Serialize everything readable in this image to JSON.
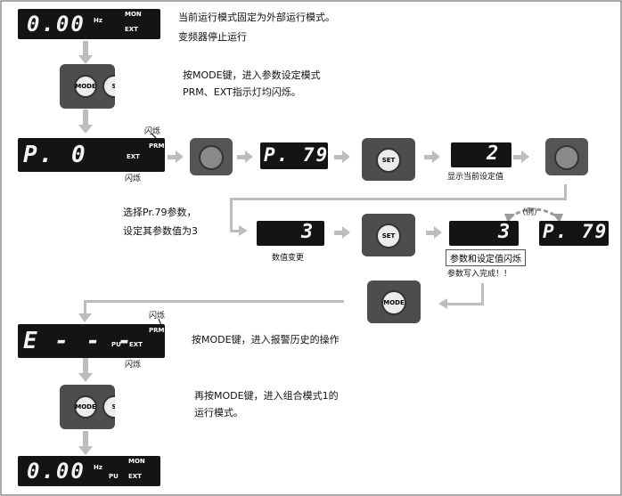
{
  "displays": {
    "d1": "0.00",
    "d2_left": "P.",
    "d2_right": "0",
    "d3": "P. 79",
    "d4": "2",
    "d5": "3",
    "d6": "3",
    "d7": "P. 79",
    "d8": "E - - -",
    "d9": "0.00"
  },
  "indicators": {
    "hz": "Hz",
    "mon": "MON",
    "ext": "EXT",
    "prm": "PRM",
    "pu": "PU"
  },
  "buttons": {
    "mode": "MODE",
    "set": "SET",
    "mode_cut": "MODE",
    "s_cut": "S"
  },
  "notes": {
    "n1_line1": "当前运行模式固定为外部运行模式。",
    "n1_line2": "变频器停止运行",
    "n2_line1": "按MODE键，进入参数设定模式",
    "n2_line2": "PRM、EXT指示灯均闪烁。",
    "n3_line1": "选择Pr.79参数，",
    "n3_line2": "设定其参数值为3",
    "n4": "按MODE键，进入报警历史的操作",
    "n5_line1": "再按MODE键，进入组合模式1的",
    "n5_line2": "运行模式。"
  },
  "captions": {
    "blink": "闪烁",
    "show_current": "显示当前设定值",
    "value_change": "数值变更",
    "example": "（例）",
    "param_blink": "参数和设定值闪烁",
    "write_done": "参数写入完成！！"
  },
  "colors": {
    "arrow": "#bdbdbd",
    "lcd": "#141414",
    "text": "#111111"
  }
}
